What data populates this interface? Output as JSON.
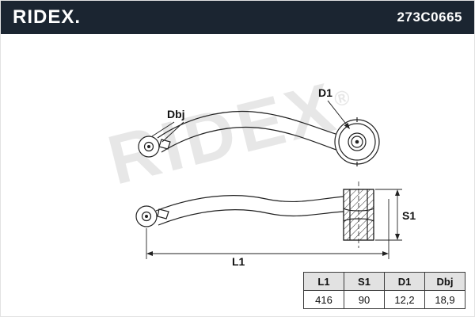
{
  "header": {
    "brand": "RIDEX.",
    "part_number": "273C0665"
  },
  "diagram": {
    "watermark": "RIDEX",
    "watermark_reg": "®",
    "labels": {
      "dbj": "Dbj",
      "d1": "D1",
      "s1": "S1",
      "l1": "L1"
    }
  },
  "spec_table": {
    "columns": [
      "L1",
      "S1",
      "D1",
      "Dbj"
    ],
    "values": [
      "416",
      "90",
      "12,2",
      "18,9"
    ]
  },
  "colors": {
    "header_bg": "#1b2531",
    "drawing_line": "#222222",
    "watermark": "#e7e7e7",
    "table_header_bg": "#e2e2e2"
  }
}
